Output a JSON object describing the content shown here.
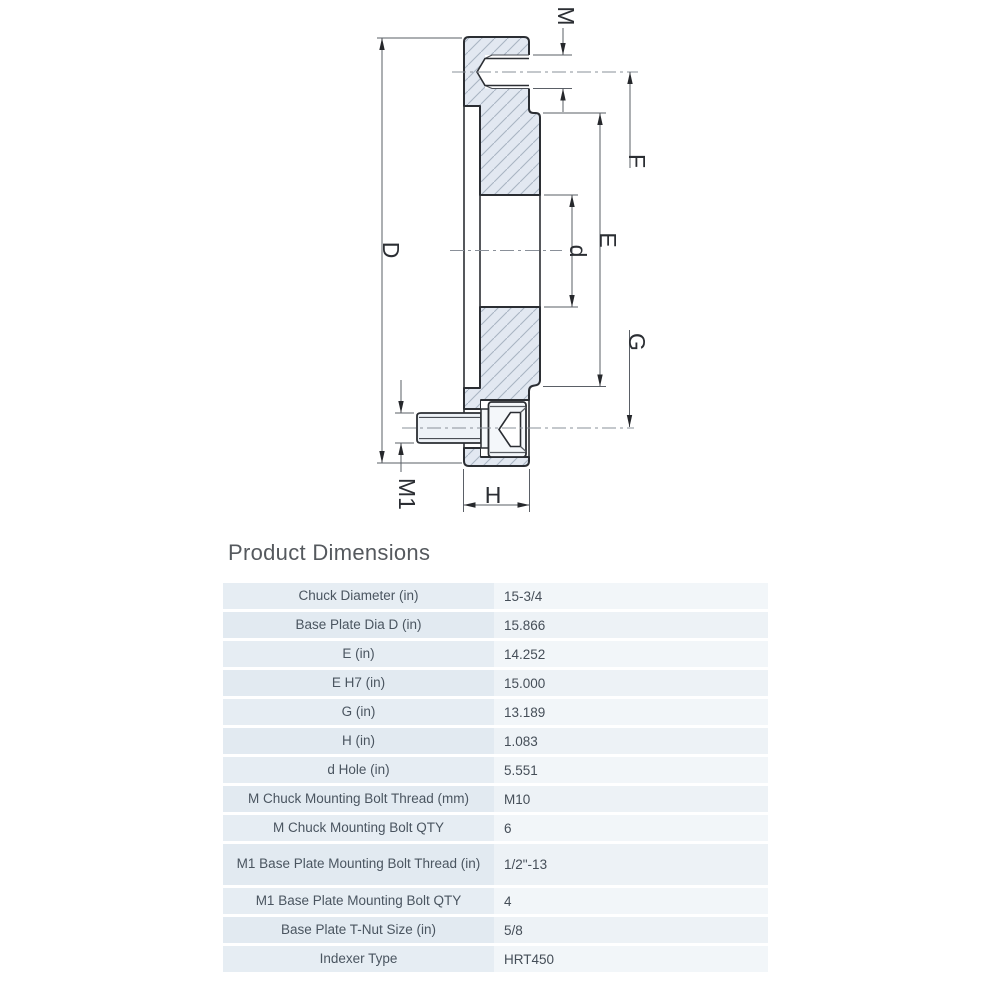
{
  "title": "Product Dimensions",
  "diagram": {
    "labels": {
      "M": "M",
      "F": "F",
      "E": "E",
      "d": "d",
      "D": "D",
      "G": "G",
      "H": "H",
      "M1": "M1"
    }
  },
  "colors": {
    "section_fill": "#e2e8f1",
    "hatch_line": "#a9b4c3",
    "outline": "#2b2e33",
    "dim_line": "#5a5f66",
    "table_label_bg": "#e4ebf2",
    "table_value_bg": "#f0f4f8",
    "table_text": "#4a5560"
  },
  "table": {
    "rows": [
      {
        "label": "Chuck Diameter (in)",
        "value": "15-3/4"
      },
      {
        "label": "Base Plate Dia D (in)",
        "value": "15.866"
      },
      {
        "label": "E (in)",
        "value": "14.252"
      },
      {
        "label": "E H7 (in)",
        "value": "15.000"
      },
      {
        "label": "G (in)",
        "value": "13.189"
      },
      {
        "label": "H (in)",
        "value": "1.083"
      },
      {
        "label": "d Hole (in)",
        "value": "5.551"
      },
      {
        "label": "M Chuck Mounting Bolt Thread (mm)",
        "value": "M10"
      },
      {
        "label": "M Chuck Mounting Bolt QTY",
        "value": "6"
      },
      {
        "label": "M1 Base Plate Mounting Bolt Thread (in)",
        "value": "1/2\"-13"
      },
      {
        "label": "M1 Base Plate Mounting Bolt QTY",
        "value": "4"
      },
      {
        "label": "Base Plate T-Nut Size (in)",
        "value": "5/8"
      },
      {
        "label": "Indexer Type",
        "value": "HRT450"
      }
    ]
  }
}
